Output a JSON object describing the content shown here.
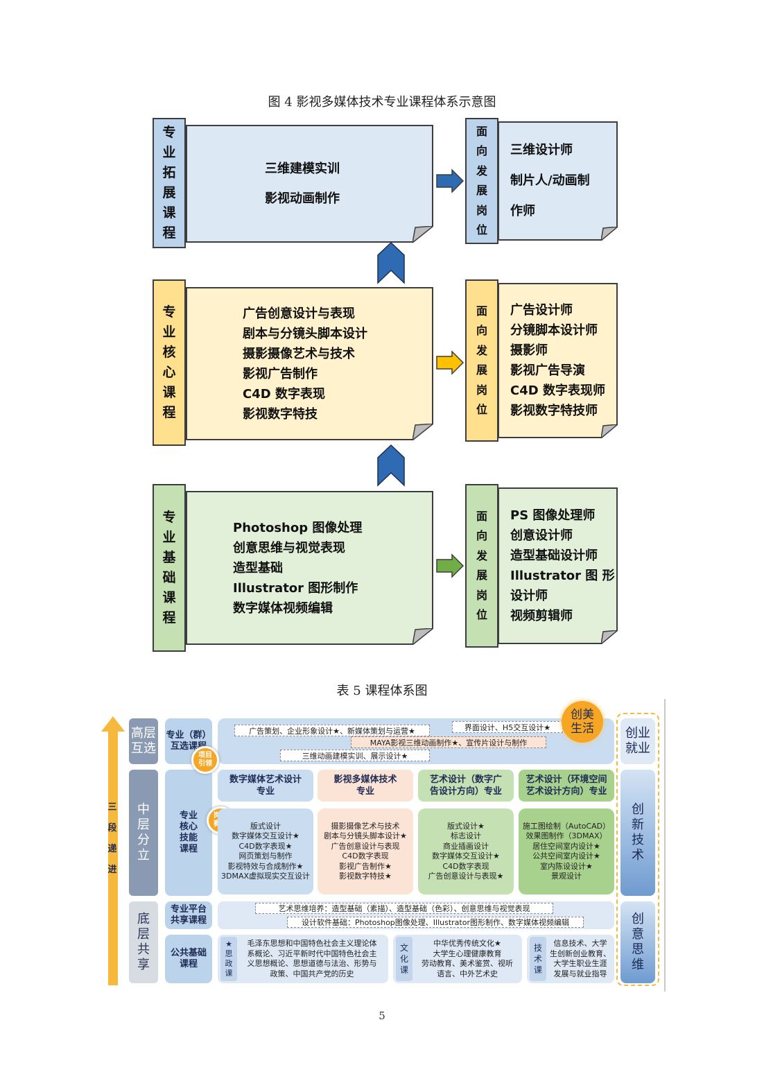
{
  "figure": {
    "caption": "图 4  影视多媒体技术专业课程体系示意图",
    "tiers": [
      {
        "side": [
          "专",
          "业",
          "拓",
          "展",
          "课",
          "程"
        ],
        "courses": [
          "三维建模实训",
          "影视动画制作"
        ],
        "post_label": [
          "面",
          "向",
          "发",
          "展",
          "岗",
          "位"
        ],
        "posts": [
          "三维设计师",
          "制片人/动画制",
          "作师"
        ]
      },
      {
        "side": [
          "专",
          "业",
          "核",
          "心",
          "课",
          "程"
        ],
        "courses": [
          "广告创意设计与表现",
          "剧本与分镜头脚本设计",
          "摄影摄像艺术与技术",
          "影视广告制作",
          "C4D 数字表现",
          "影视数字特技"
        ],
        "post_label": [
          "面",
          "向",
          "发",
          "展",
          "岗",
          "位"
        ],
        "posts": [
          "广告设计师",
          "分镜脚本设计师",
          "摄影师",
          "影视广告导演",
          "C4D 数字表现师",
          "影视数字特技师"
        ]
      },
      {
        "side": [
          "专",
          "业",
          "基",
          "础",
          "课",
          "程"
        ],
        "courses": [
          "Photoshop 图像处理",
          "创意思维与视觉表现",
          "造型基础",
          "Illustrator 图形制作",
          "数字媒体视频编辑"
        ],
        "post_label": [
          "面",
          "向",
          "发",
          "展",
          "岗",
          "位"
        ],
        "posts": [
          "PS 图像处理师",
          "创意设计师",
          "造型基础设计师",
          "Illustrator  图 形",
          "设计师",
          "视频剪辑师"
        ]
      }
    ],
    "colors": {
      "blue_bg": "#dde8f5",
      "blue_side": "#bcd3ec",
      "blue_arrow": "#2e6bb2",
      "yellow_bg": "#fff2cc",
      "yellow_side": "#ffe08f",
      "yellow_arrow": "#ffc000",
      "green_bg": "#e2efd9",
      "green_side": "#c5e0b3",
      "green_arrow": "#70ad47"
    }
  },
  "table": {
    "caption": "表 5  课程体系图",
    "progression": [
      "三",
      "段",
      "递",
      "进"
    ],
    "high": {
      "tier": [
        "高层",
        "互选"
      ],
      "label": [
        "专业（群）",
        "互选课程"
      ],
      "pills": [
        "广告策划、企业形象设计★、新媒体策划与运营★",
        "界面设计、H5交互设计★",
        "MAYA影视三维动画制作★、宣传片设计与制作",
        "三维动画建模实训、展示设计★"
      ],
      "badge": [
        "创美",
        "生活"
      ]
    },
    "mid": {
      "tier": [
        "中",
        "层",
        "分",
        "立"
      ],
      "label": [
        "专业",
        "核心",
        "技能",
        "课程"
      ],
      "badge_top": [
        "项目",
        "引领"
      ],
      "badge_mid": [
        "岗课",
        "赛证"
      ],
      "majors": [
        [
          "数字媒体艺术设计",
          "专业"
        ],
        [
          "影视多媒体技术",
          "专业"
        ],
        [
          "艺术设计（数字广",
          "告设计方向）专业"
        ],
        [
          "艺术设计（环境空间",
          "艺术设计方向）专业"
        ]
      ],
      "cards": [
        [
          "版式设计",
          "数字媒体交互设计★",
          "C4D数字表现★",
          "网页策划与制作",
          "影视特效与合成制作★",
          "3DMAX虚拟现实交互设计"
        ],
        [
          "摄影摄像艺术与技术",
          "剧本与分镜头脚本设计★",
          "广告创意设计与表现",
          "C4D数字表现",
          "影视广告制作★",
          "影视数字特技★"
        ],
        [
          "版式设计★",
          "标志设计",
          "商业插画设计",
          "数字媒体交互设计★",
          "C4D数字表现",
          "广告创意设计与表现★"
        ],
        [
          "施工图绘制（AutoCAD）",
          "效果图制作（3DMAX）",
          "居住空间室内设计★",
          "公共空间室内设计★",
          "室内陈设设计★",
          "景观设计"
        ]
      ]
    },
    "low": {
      "tier": [
        "底",
        "层",
        "共",
        "享"
      ],
      "platform_label": [
        "专业平台",
        "共享课程"
      ],
      "platform_pills": [
        "艺术思维培养：造型基础（素描）、造型基础（色彩）、创意思维与视觉表现",
        "设计软件基础：Photoshop图像处理、Illustrator图形制作、数字媒体视频编辑"
      ],
      "public_label": [
        "公共基础",
        "课程"
      ],
      "groups": [
        {
          "tag": [
            "★",
            "思",
            "政",
            "课"
          ],
          "text": [
            "毛泽东思想和中国特色社会主义理论体",
            "系概论、习近平新时代中国特色社会主",
            "义思想概论、思想道德与法治、形势与",
            "政策、中国共产党的历史"
          ]
        },
        {
          "tag": [
            "文",
            "化",
            "课"
          ],
          "text": [
            "中华优秀传统文化★",
            "大学生心理健康教育",
            "劳动教育、美术鉴赏、视听",
            "语言、中外艺术史"
          ]
        },
        {
          "tag": [
            "技",
            "术",
            "课"
          ],
          "text": [
            "信息技术、大学",
            "生创新创业教育、",
            "大学生职业生涯",
            "发展与就业指导"
          ]
        }
      ]
    },
    "right": [
      [
        "创业",
        "就业"
      ],
      [
        "创",
        "新",
        "技",
        "术"
      ],
      [
        "创",
        "意",
        "思",
        "维"
      ]
    ]
  },
  "page_number": "5"
}
